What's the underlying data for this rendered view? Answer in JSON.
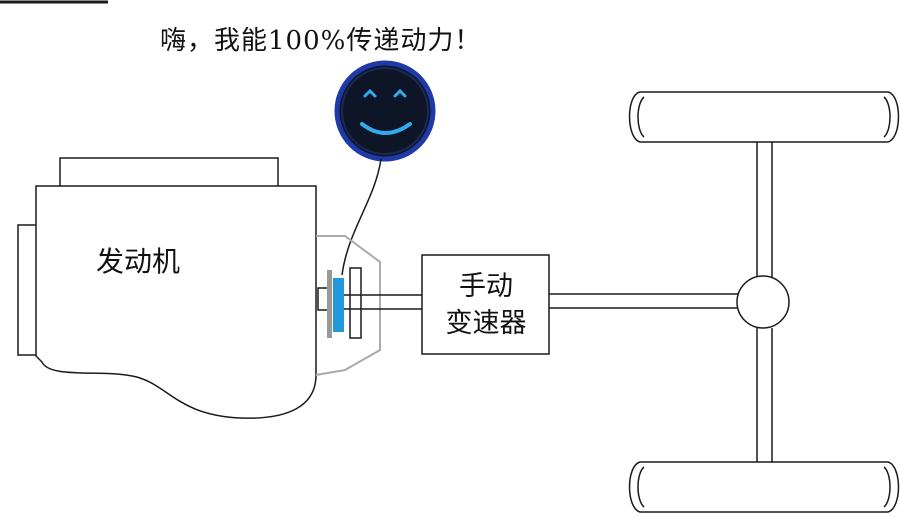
{
  "speech_bubble": {
    "text": "嗨，我能100%传递动力！"
  },
  "engine": {
    "label": "发动机"
  },
  "gearbox": {
    "label_line1": "手动",
    "label_line2": "变速器"
  },
  "colors": {
    "stroke": "#1a1a1a",
    "face_bg": "#0d1526",
    "face_ring": "#1f3aa8",
    "face_features": "#33aaee",
    "clutch_disc": "#2299dd",
    "housing": "#aaaaaa"
  },
  "icons": {
    "mascot": "smiley-face-icon"
  }
}
